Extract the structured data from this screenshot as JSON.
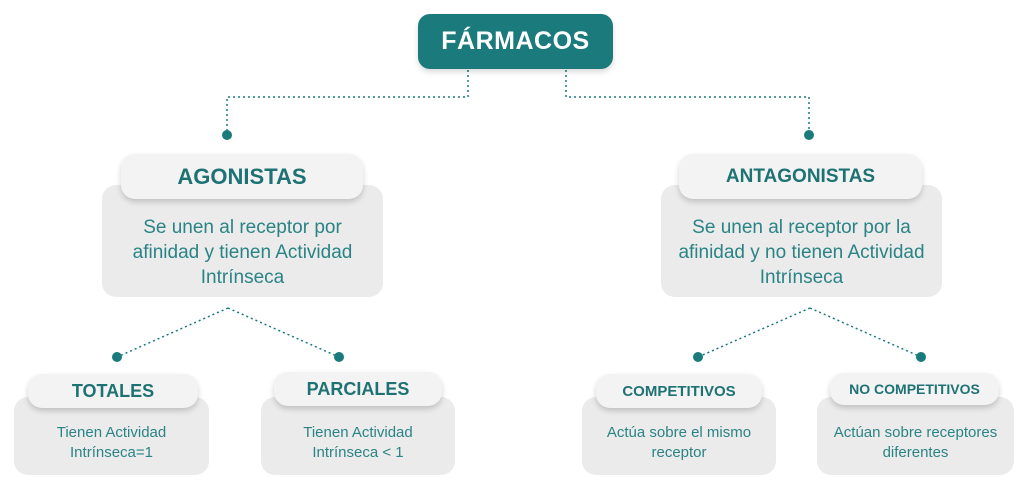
{
  "root": {
    "label": "FÁRMACOS"
  },
  "colors": {
    "accent": "#1a7a7c",
    "card": "#ebebeb",
    "pill": "#f3f3f3",
    "connector": "#1a7a7c"
  },
  "categories": [
    {
      "title": "AGONISTAS",
      "description": "Se unen al receptor por afinidad y tienen Actividad Intrínseca",
      "children": [
        {
          "title": "TOTALES",
          "description": "Tienen Actividad Intrínseca=1"
        },
        {
          "title": "PARCIALES",
          "description": "Tienen Actividad Intrínseca < 1"
        }
      ]
    },
    {
      "title": "ANTAGONISTAS",
      "description": "Se unen al receptor por la afinidad y no tienen Actividad Intrínseca",
      "children": [
        {
          "title": "COMPETITIVOS",
          "description": "Actúa sobre el mismo receptor"
        },
        {
          "title": "NO COMPETITIVOS",
          "description": "Actúan sobre receptores diferentes"
        }
      ]
    }
  ]
}
